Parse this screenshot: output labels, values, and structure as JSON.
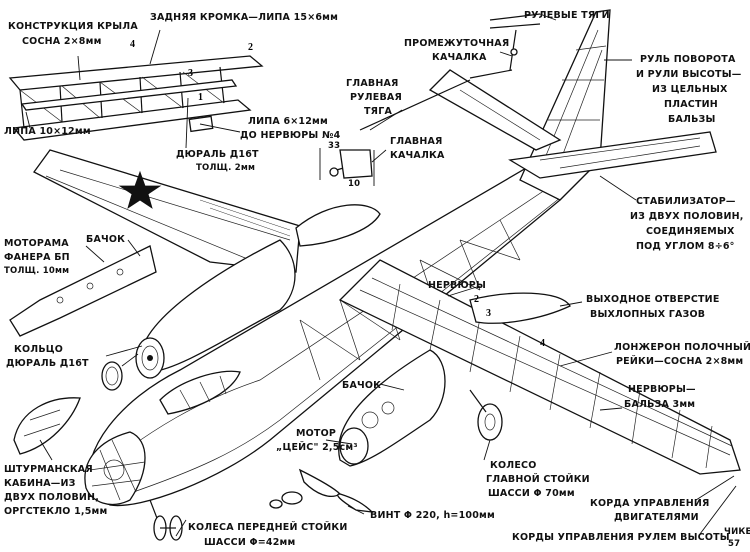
{
  "labels": {
    "wing_structure": [
      "КОНСТРУКЦИЯ КРЫЛА",
      "СОСНА 2×8мм"
    ],
    "trailing_edge": "ЗАДНЯЯ КРОМКА—ЛИПА 15×6мм",
    "lipa_10x12": "ЛИПА 10×12мм",
    "lipa_6x12": [
      "ЛИПА 6×12мм",
      "ДО НЕРВЮРЫ №4"
    ],
    "dural_16t": [
      "ДЮРАЛЬ Д16Т",
      "ТОЛЩ. 2мм"
    ],
    "rudder_rods": "РУЛЕВЫЕ ТЯГИ",
    "intermediate_horn": [
      "ПРОМЕЖУТОЧНАЯ",
      "КАЧАЛКА"
    ],
    "main_rod": [
      "ГЛАВНАЯ",
      "РУЛЕВАЯ",
      "ТЯГА"
    ],
    "main_horn": [
      "ГЛАВНАЯ",
      "КАЧАЛКА"
    ],
    "rudder_elevators": [
      "РУЛЬ ПОВОРОТА",
      "И РУЛИ ВЫСОТЫ—",
      "ИЗ ЦЕЛЬНЫХ",
      "ПЛАСТИН",
      "БАЛЬЗЫ"
    ],
    "stabilizer": [
      "СТАБИЛИЗАТОР—",
      "ИЗ ДВУХ ПОЛОВИН,",
      "СОЕДИНЯЕМЫХ",
      "ПОД УГЛОМ 8÷6°"
    ],
    "motor_mount": [
      "МОТОРАМА",
      "ФАНЕРА БП",
      "ТОЛЩ. 10мм"
    ],
    "tank_upper": "БАЧОК",
    "ring": [
      "КОЛЬЦО",
      "ДЮРАЛЬ Д16Т"
    ],
    "ribs": "НЕРВЮРЫ",
    "exhaust": [
      "ВЫХОДНОЕ ОТВЕРСТИЕ",
      "ВЫХЛОПНЫХ ГАЗОВ"
    ],
    "spar": [
      "ЛОНЖЕРОН ПОЛОЧНЫЙ",
      "РЕЙКИ—СОСНА 2×8мм"
    ],
    "ribs_balsa": [
      "НЕРВЮРЫ—",
      "БАЛЬЗА 3мм"
    ],
    "tank_lower": "БАЧОК",
    "motor": [
      "МОТОР",
      "„ЦЕЙС\" 2,5см³"
    ],
    "main_wheel": [
      "КОЛЕСО",
      "ГЛАВНОЙ СТОЙКИ",
      "ШАССИ Φ 70мм"
    ],
    "navigator_cabin": [
      "ШТУРМАНСКАЯ",
      "КАБИНА—ИЗ",
      "ДВУХ ПОЛОВИН,",
      "ОРГСТЕКЛО 1,5мм"
    ],
    "nose_wheels": [
      "КОЛЕСА ПЕРЕДНЕЙ СТОЙКИ",
      "ШАССИ Φ=42мм"
    ],
    "propeller": "ВИНТ Φ 220, h=100мм",
    "engine_control": [
      "КОРДА УПРАВЛЕНИЯ",
      "ДВИГАТЕЛЯМИ"
    ],
    "elevator_cords": "КОРДЫ УПРАВЛЕНИЯ РУЛЕМ ВЫСОТЫ",
    "signature": [
      "ЧИКЕ",
      "57"
    ]
  },
  "numbers": {
    "n1": "1",
    "n2": "2",
    "n3": "3",
    "n4": "4",
    "w2": "2",
    "w3": "3",
    "w4": "4",
    "dim_a": "33",
    "dim_b": "10"
  }
}
